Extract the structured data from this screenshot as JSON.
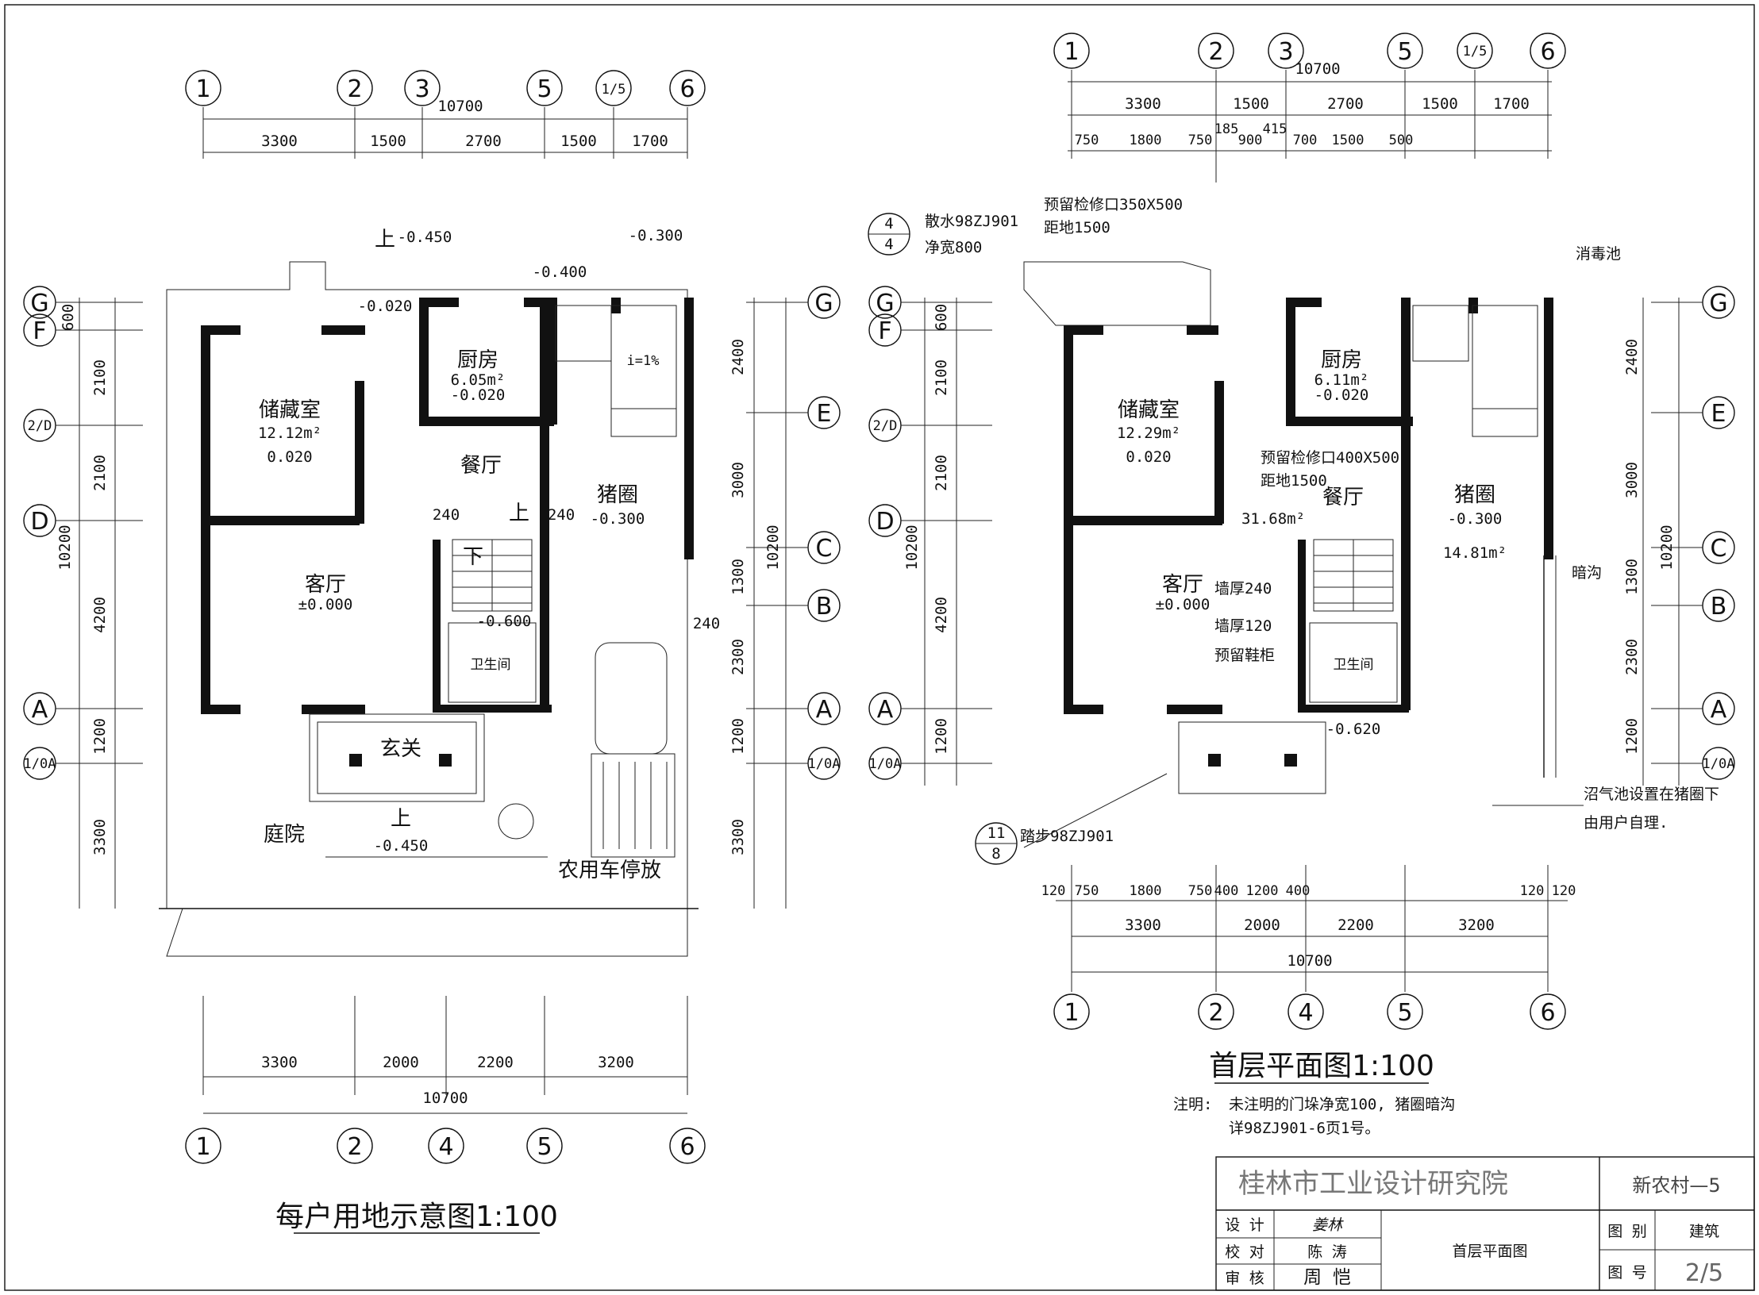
{
  "left_plan": {
    "title": "每户用地示意图1:100",
    "axes_top": [
      "1",
      "2",
      "3",
      "5",
      "1/5",
      "6"
    ],
    "axes_bottom": [
      "1",
      "2",
      "4",
      "5",
      "6"
    ],
    "axes_side": [
      "G",
      "F",
      "2/D",
      "D",
      "A",
      "1/0A"
    ],
    "axes_right": [
      "G",
      "E",
      "C",
      "B",
      "A",
      "1/0A"
    ],
    "total_width": "10700",
    "top_dims": [
      "3300",
      "1500",
      "2700",
      "1500",
      "1700"
    ],
    "bottom_dims": [
      "3300",
      "2000",
      "2200",
      "3200"
    ],
    "left_dims": [
      "600",
      "2100",
      "2100",
      "4200",
      "1200",
      "3300"
    ],
    "left_total": "10200",
    "right_dims": [
      "2400",
      "3000",
      "1300",
      "2300",
      "1200",
      "3300"
    ],
    "right_total": "10200",
    "rooms": {
      "storage": "储藏室",
      "storage_area": "12.12m²",
      "storage_level": "0.020",
      "kitchen": "厨房",
      "kitchen_area": "6.05m²",
      "kitchen_level": "-0.020",
      "dining": "餐厅",
      "living": "客厅",
      "living_level": "±0.000",
      "pigsty": "猪圈",
      "pigsty_level": "-0.300",
      "toilet": "卫生间",
      "entry": "玄关",
      "yard": "庭院",
      "parking": "农用车停放"
    },
    "levels": [
      "-0.450",
      "-0.020",
      "-0.400",
      "-0.300",
      "-0.600",
      "-0.450"
    ],
    "labels": {
      "up": "上",
      "down": "下",
      "w240": "240",
      "slope": "i=1%"
    }
  },
  "right_plan": {
    "title": "首层平面图1:100",
    "note_prefix": "注明:",
    "note_line1": "未注明的门垛净宽100, 猪圈暗沟",
    "note_line2": "详98ZJ901-6页1号。",
    "axes_top": [
      "1",
      "2",
      "3",
      "5",
      "1/5",
      "6"
    ],
    "axes_bottom": [
      "1",
      "2",
      "4",
      "5",
      "6"
    ],
    "total_width": "10700",
    "top_dims": [
      "3300",
      "1500",
      "2700",
      "1500",
      "1700"
    ],
    "top_sub_dims": [
      "750",
      "1800",
      "750",
      "185",
      "900",
      "415",
      "700",
      "1500",
      "500"
    ],
    "bottom_sub_dims": [
      "120",
      "750",
      "1800",
      "750",
      "400",
      "1200",
      "400",
      "120",
      "120"
    ],
    "bottom_dims": [
      "3300",
      "2000",
      "2200",
      "3200"
    ],
    "left_dims": [
      "600",
      "2100",
      "2100",
      "4200",
      "1200"
    ],
    "left_total": "10200",
    "right_dims": [
      "2400",
      "3000",
      "1300",
      "2300",
      "1200"
    ],
    "right_total": "10200",
    "rooms": {
      "storage": "储藏室",
      "storage_area": "12.29m²",
      "storage_level": "0.020",
      "kitchen": "厨房",
      "kitchen_area": "6.11m²",
      "kitchen_level": "-0.020",
      "dining": "餐厅",
      "dining_area": "31.68m²",
      "living": "客厅",
      "living_level": "±0.000",
      "pigsty": "猪圈",
      "pigsty_level": "-0.300",
      "pigsty_area": "14.81m²",
      "toilet": "卫生间"
    },
    "annotations": {
      "scatter": "散水98ZJ901",
      "scatter_width": "净宽800",
      "detail_ref_top": "4",
      "detail_ref_bottom": "4",
      "step_ref_top": "11",
      "step_ref_bottom": "8",
      "step": "踏步98ZJ901",
      "hatch1": "预留检修口350X500",
      "hatch1_h": "距地1500",
      "hatch2": "预留检修口400X500",
      "hatch2_h": "距地1500",
      "disinfect": "消毒池",
      "wall240": "墙厚240",
      "wall120": "墙厚120",
      "shoe": "预留鞋柜",
      "trench": "暗沟",
      "biogas1": "沼气池设置在猪圈下",
      "biogas2": "由用户自理.",
      "level_m062": "-0.620"
    }
  },
  "title_block": {
    "company": "桂林市工业设计研究院",
    "project": "新农村—5",
    "design_label": "设 计",
    "design_sig": "姜林",
    "check_label": "校 对",
    "check_name": "陈 涛",
    "review_label": "审 核",
    "review_name": "周 恺",
    "drawing_name": "首层平面图",
    "category_label": "图 别",
    "category": "建筑",
    "number_label": "图 号",
    "number": "2/5"
  }
}
